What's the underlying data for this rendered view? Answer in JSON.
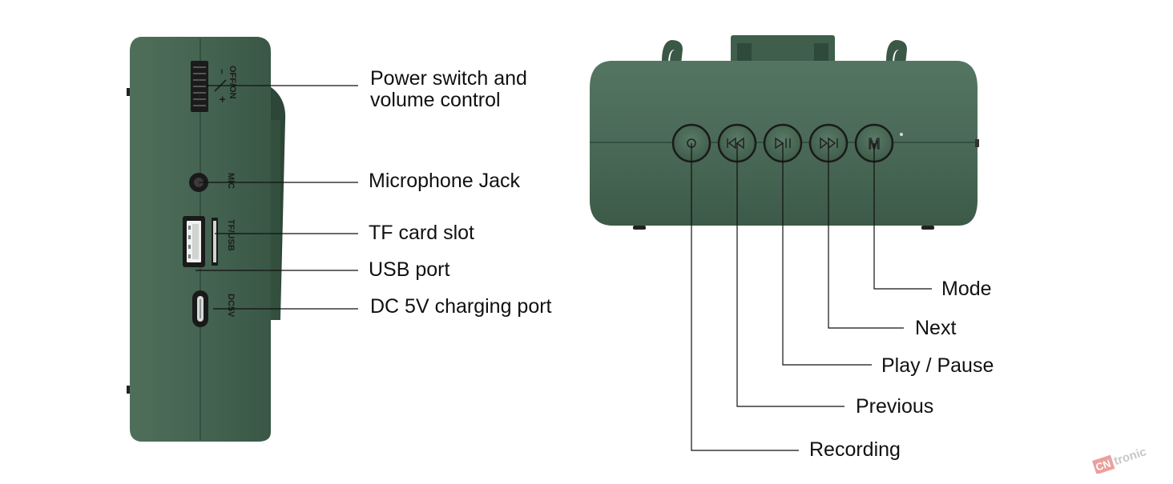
{
  "side_panel": {
    "markings": {
      "off_on": "OFF/ON",
      "minus": "−",
      "plus": "+",
      "mic": "MIC",
      "tf_usb": "TF/USB",
      "dc5v": "DC5V"
    },
    "callouts": {
      "power": [
        "Power switch and",
        "volume control"
      ],
      "mic_jack": "Microphone Jack",
      "tf_slot": "TF card slot",
      "usb_port": "USB port",
      "dc_port": "DC 5V charging port"
    }
  },
  "top_panel": {
    "button_icons": [
      "record-icon",
      "previous-icon",
      "play-pause-icon",
      "next-icon",
      "mode-icon"
    ],
    "mode_key_glyph": "M",
    "callouts": {
      "mode": "Mode",
      "next": "Next",
      "play_pause": "Play / Pause",
      "previous": "Previous",
      "recording": "Recording"
    }
  },
  "watermark": {
    "brand_prefix": "CN",
    "brand_suffix": "tronic"
  },
  "colors": {
    "body_green": "#3f5e4a",
    "body_dark": "#2f4a39",
    "body_light": "#55745f",
    "leader_line": "#111111"
  }
}
